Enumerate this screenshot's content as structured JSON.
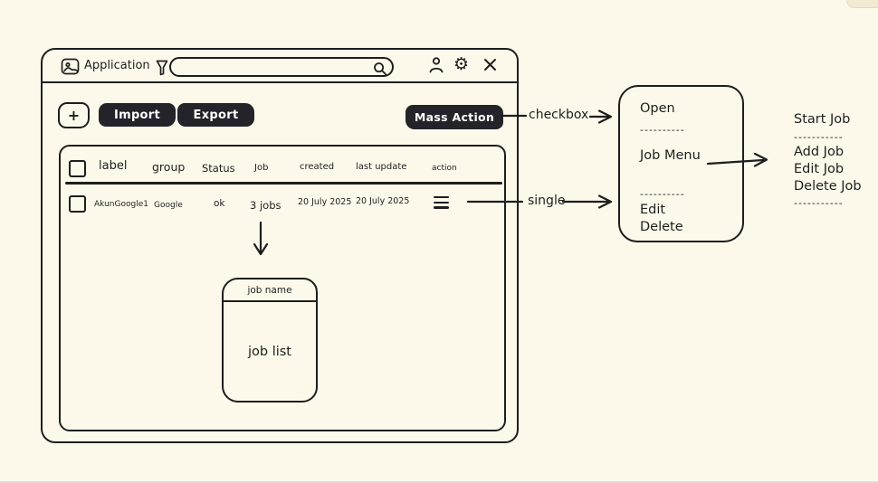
{
  "colors": {
    "background": "#fdf9ea",
    "ink": "#1e1e1e",
    "button_bg": "#232329",
    "button_text": "#ffffff"
  },
  "titlebar": {
    "app_title": "Application",
    "search_value": ""
  },
  "toolbar": {
    "add_button": "+",
    "import_button": "Import",
    "export_button": "Export",
    "mass_action_button": "Mass Action"
  },
  "table": {
    "headers": [
      "label",
      "group",
      "Status",
      "Job",
      "created",
      "last update",
      "action"
    ],
    "rows": [
      {
        "label": "AkunGoogle1",
        "group": "Google",
        "status": "ok",
        "job": "3 jobs",
        "created": "20 July 2025",
        "last_update": "20 July 2025"
      }
    ]
  },
  "job_card": {
    "title": "job name",
    "body": "job list"
  },
  "annotations": {
    "checkbox": "checkbox",
    "single": "single"
  },
  "context_menu": {
    "items": [
      "Open",
      "----------",
      "Job Menu",
      "----------",
      "Edit",
      "Delete"
    ]
  },
  "job_submenu": {
    "items": [
      "Start Job",
      "-----------",
      "Add Job",
      "Edit Job",
      "Delete Job",
      "-----------"
    ]
  },
  "icons": {
    "app": "image-icon",
    "filter": "funnel-icon",
    "search": "magnifier-icon",
    "user": "person-icon",
    "settings": "gear-icon",
    "close": "close-icon",
    "row_action": "hamburger-icon"
  }
}
